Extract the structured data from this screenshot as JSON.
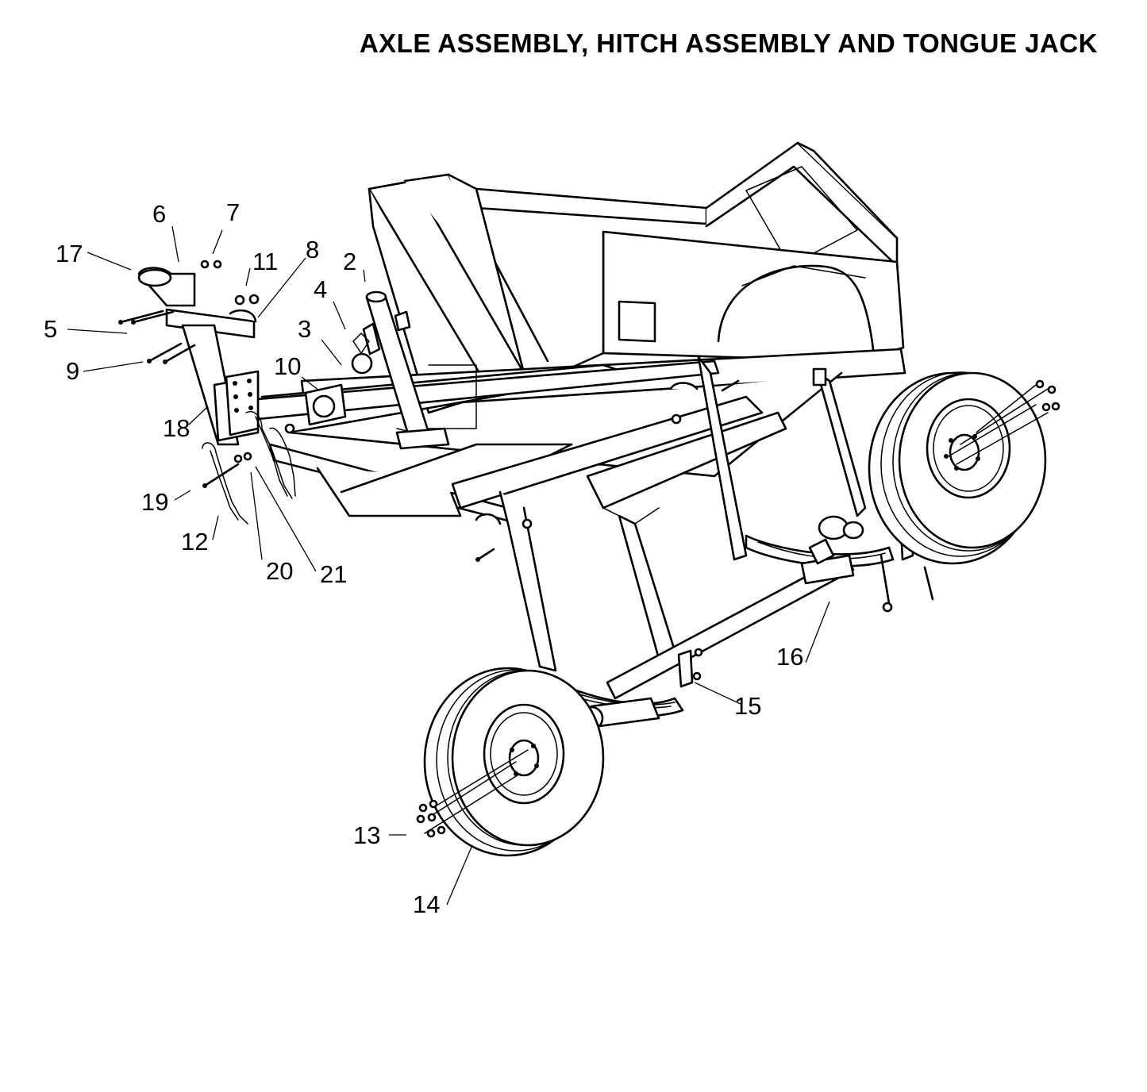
{
  "title": "AXLE ASSEMBLY, HITCH ASSEMBLY AND TONGUE JACK",
  "colors": {
    "line": "#000000",
    "background": "#ffffff"
  },
  "callouts": [
    {
      "label": "2"
    },
    {
      "label": "3"
    },
    {
      "label": "4"
    },
    {
      "label": "5"
    },
    {
      "label": "6"
    },
    {
      "label": "7"
    },
    {
      "label": "8"
    },
    {
      "label": "9"
    },
    {
      "label": "10"
    },
    {
      "label": "11"
    },
    {
      "label": "12"
    },
    {
      "label": "13"
    },
    {
      "label": "14"
    },
    {
      "label": "15"
    },
    {
      "label": "16"
    },
    {
      "label": "17"
    },
    {
      "label": "18"
    },
    {
      "label": "19"
    },
    {
      "label": "20"
    },
    {
      "label": "21"
    }
  ]
}
